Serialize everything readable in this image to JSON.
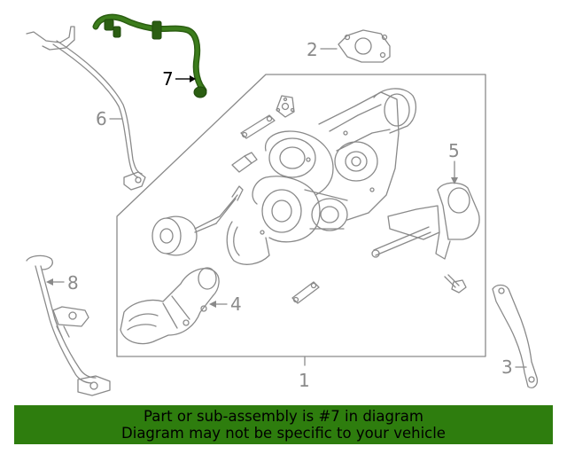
{
  "callouts": {
    "c1": "1",
    "c2": "2",
    "c3": "3",
    "c4": "4",
    "c5": "5",
    "c6": "6",
    "c7": "7",
    "c8": "8"
  },
  "highlight": {
    "part_number": "7",
    "color": "#2e6b12"
  },
  "colors": {
    "line": "#8a8a8a",
    "banner_bg": "#2e7d0e",
    "banner_text": "#000000"
  },
  "banner": {
    "line1": "Part or sub-assembly is #7 in diagram",
    "line2": "Diagram may not be specific to your vehicle"
  }
}
